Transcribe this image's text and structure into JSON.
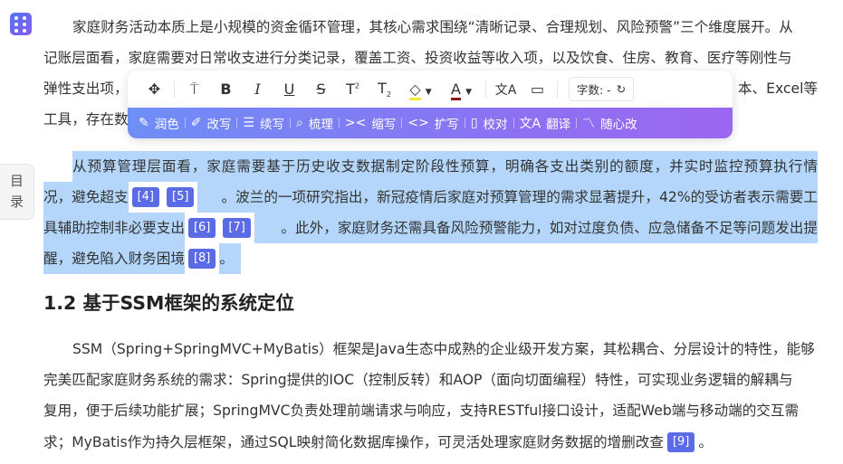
{
  "sidebar": {
    "toc_label_1": "目",
    "toc_label_2": "录"
  },
  "paragraph1": {
    "line1": "家庭财务活动本质上是小规模的资金循环管理，其核心需求围绕“清晰记录、合理规划、风险预警”三个维度展开。从",
    "line2": "记账层面看，家庭需要对日常收支进行分类记录，覆盖工资、投资收益等收入项，以及饮食、住房、教育、医疗等刚性与",
    "line3_left": "弹性支出项，",
    "line3_right": "本、Excel等",
    "line4": "工具，存在数"
  },
  "paragraph2": {
    "line1": "从预算管理层面看，家庭需要基于历史收支数据制定阶段性预算，明确各支出类别的额度，并实时监控预算执行情",
    "line2a": "况，避免超支",
    "cite4": "[4]",
    "cite5": "[5]",
    "line2b": "。波兰的一项研究指出，新冠疫情后家庭对预算管理的需求显著提升，42%的受访者表示需要工",
    "line3a": "具辅助控制非必要支出",
    "cite6": "[6]",
    "cite7": "[7]",
    "line3b": "。此外，家庭财务还需具备风险预警能力，如对过度负债、应急储备不足等问题发出提",
    "line4a": "醒，避免陷入财务困境",
    "cite8": "[8]",
    "line4b": "。"
  },
  "heading": "1.2 基于SSM框架的系统定位",
  "paragraph3": {
    "line1": "SSM（Spring+SpringMVC+MyBatis）框架是Java生态中成熟的企业级开发方案，其松耦合、分层设计的特性，能够",
    "line2": "完美匹配家庭财务系统的需求：Spring提供的IOC（控制反转）和AOP（面向切面编程）特性，可实现业务逻辑的解耦与",
    "line3": "复用，便于后续功能扩展；SpringMVC负责处理前端请求与响应，支持RESTful接口设计，适配Web端与移动端的交互需",
    "line4a": "求；MyBatis作为持久层框架，通过SQL映射简化数据库操作，可灵活处理家庭财务数据的增删改查",
    "cite9": "[9]",
    "line4b": "。"
  },
  "toolbar": {
    "word_count_label": "字数: -",
    "ai_actions": [
      "润色",
      "改写",
      "续写",
      "梳理",
      "缩写",
      "扩写",
      "校对",
      "翻译",
      "随心改"
    ]
  },
  "colors": {
    "selection": "#b3d6fa",
    "citation": "#5b6be6",
    "ai_bar_start": "#6e8ef6",
    "ai_bar_end": "#9b67f0"
  }
}
